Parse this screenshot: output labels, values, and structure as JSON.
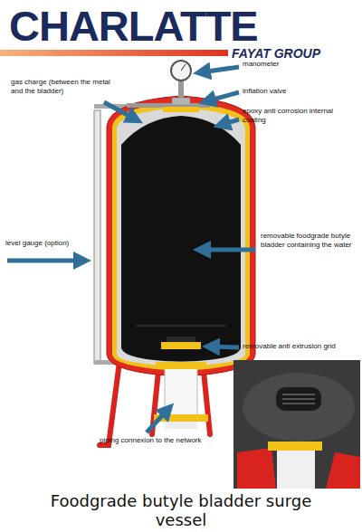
{
  "diagram": {
    "caption": "Foodgrade butyle bladder surge vessel",
    "labels": [
      "CHARLATTE",
      "FAYAT GROUP",
      "gas charge (between the metal and the bladder)",
      "manometer",
      "inflation valve",
      "epoxy anti corrosion internal coating",
      "level gauge (option)",
      "removable foodgrade butyle bladder containing the water",
      "removable anti extrusion grid",
      "piping connexion to the network"
    ]
  }
}
